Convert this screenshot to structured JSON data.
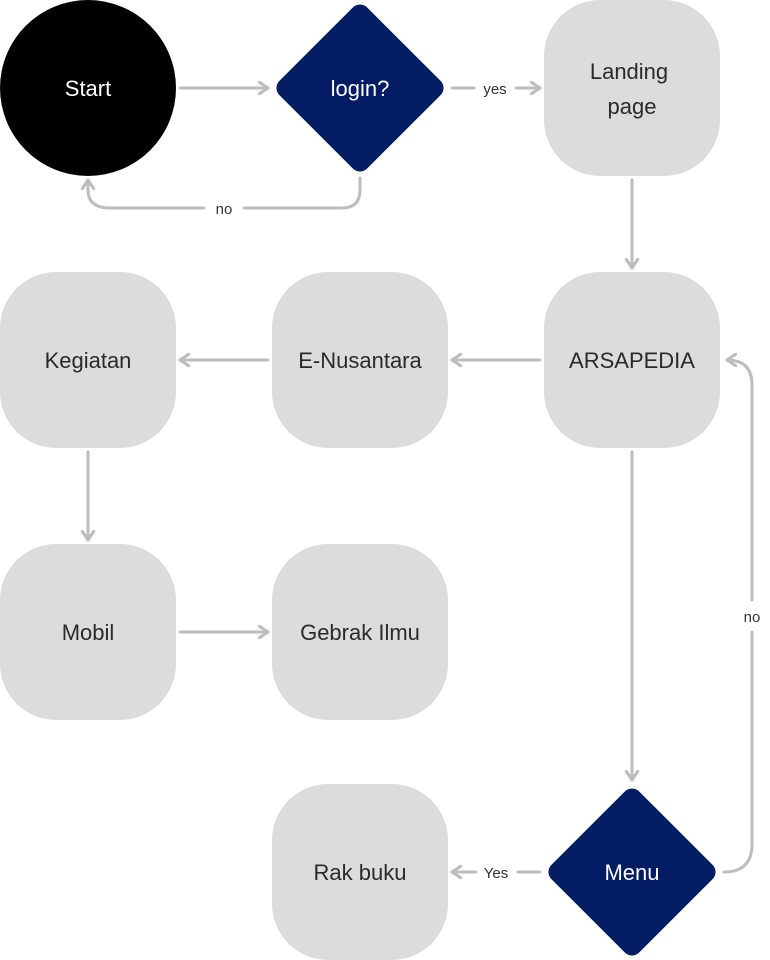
{
  "colors": {
    "terminal": "#000000",
    "decision": "#041c64",
    "process": "#dcdcdc",
    "edge": "#bdbdbd",
    "light_text": "#ffffff",
    "dark_text": "#2a2a2a"
  },
  "nodes": {
    "start": "Start",
    "login": "login?",
    "landing_line1": "Landing",
    "landing_line2": "page",
    "arsapedia": "ARSAPEDIA",
    "enusantara": "E-Nusantara",
    "kegiatan": "Kegiatan",
    "mobil": "Mobil",
    "gebrak": "Gebrak Ilmu",
    "menu": "Menu",
    "rakbuku": "Rak buku"
  },
  "edges": {
    "login_yes": "yes",
    "login_no": "no",
    "menu_yes": "Yes",
    "menu_no": "no"
  }
}
